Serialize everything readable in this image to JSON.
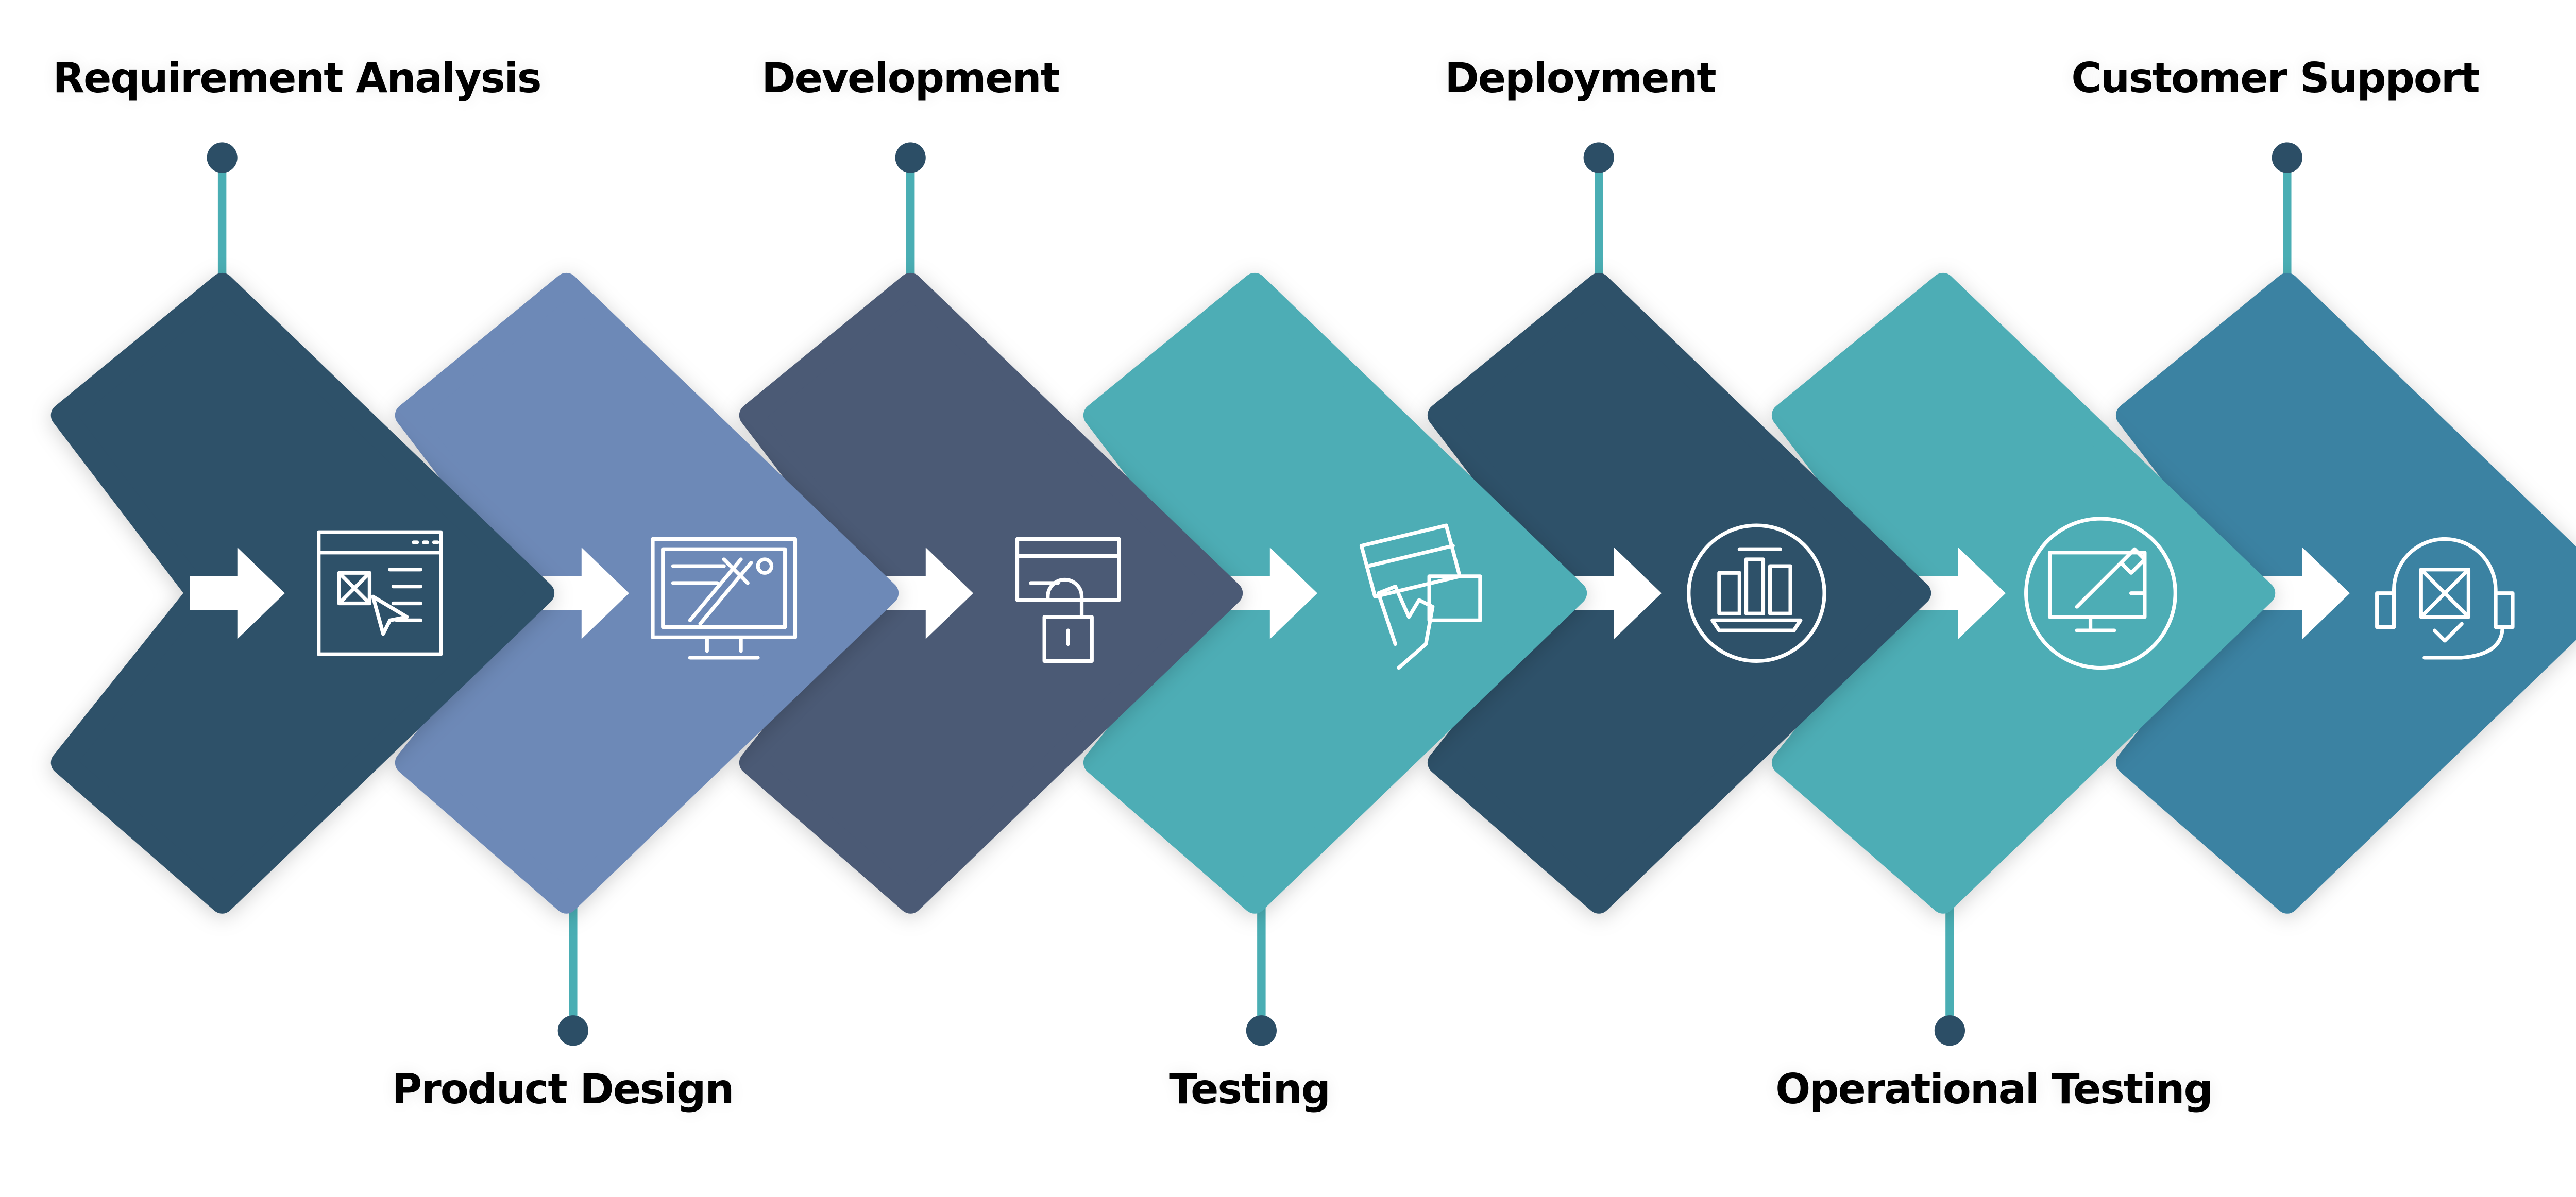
{
  "title": "Software Development Process",
  "colors": {
    "stem": "#4aaeb4",
    "dot": "#2c4e66",
    "arrow": "#ffffff"
  },
  "steps": [
    {
      "label": "Requirement Analysis",
      "position": "top",
      "color": "#2e5169",
      "icon": "browser-cursor-icon"
    },
    {
      "label": "Product Design",
      "position": "bottom",
      "color": "#6d89b7",
      "icon": "monitor-design-icon"
    },
    {
      "label": "Development",
      "position": "top",
      "color": "#4b5a75",
      "icon": "card-lock-icon"
    },
    {
      "label": "Testing",
      "position": "bottom",
      "color": "#4eadb5",
      "icon": "hand-card-icon"
    },
    {
      "label": "Deployment",
      "position": "top",
      "color": "#2e5169",
      "icon": "laptop-circle-icon"
    },
    {
      "label": "Operational Testing",
      "position": "bottom",
      "color": "#4eadb5",
      "icon": "monitor-tools-icon"
    },
    {
      "label": "Customer Support",
      "position": "top",
      "color": "#3b82a2",
      "icon": "headset-icon"
    }
  ]
}
